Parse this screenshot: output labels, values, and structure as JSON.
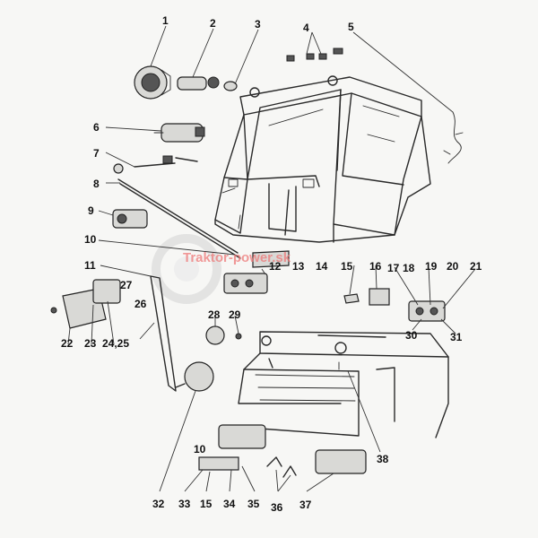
{
  "watermark": "Traktor-power.sk",
  "callouts": [
    "1",
    "2",
    "3",
    "4",
    "5",
    "6",
    "7",
    "8",
    "9",
    "10",
    "11",
    "12",
    "13",
    "14",
    "15",
    "16",
    "17",
    "18",
    "19",
    "20",
    "21",
    "22",
    "23",
    "24,25",
    "26",
    "27",
    "28",
    "29",
    "30",
    "31",
    "32",
    "33",
    "10",
    "15",
    "34",
    "35",
    "36",
    "37",
    "38"
  ]
}
